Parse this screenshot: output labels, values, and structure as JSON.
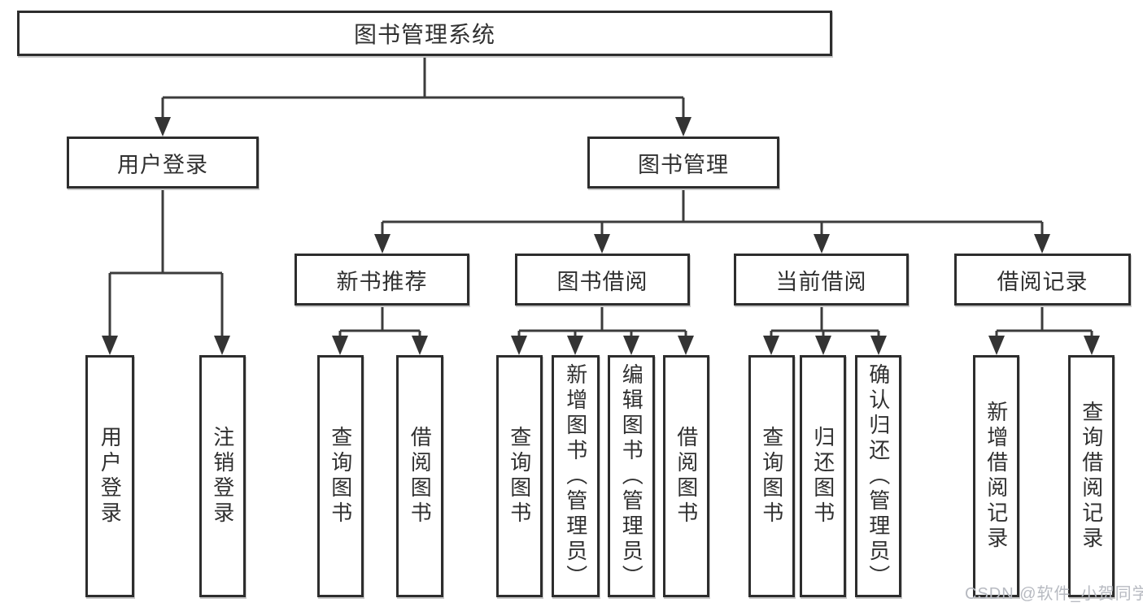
{
  "diagram": {
    "root": {
      "label": "图书管理系统"
    },
    "branches": [
      {
        "label": "用户登录",
        "children": [
          {
            "label": "用户登录"
          },
          {
            "label": "注销登录"
          }
        ]
      },
      {
        "label": "图书管理",
        "groups": [
          {
            "label": "新书推荐",
            "children": [
              {
                "label": "查询图书"
              },
              {
                "label": "借阅图书"
              }
            ]
          },
          {
            "label": "图书借阅",
            "children": [
              {
                "label": "查询图书"
              },
              {
                "label": "新增图书（管理员）"
              },
              {
                "label": "编辑图书（管理员）"
              },
              {
                "label": "借阅图书"
              }
            ]
          },
          {
            "label": "当前借阅",
            "children": [
              {
                "label": "查询图书"
              },
              {
                "label": "归还图书"
              },
              {
                "label": "确认归还（管理员）"
              }
            ]
          },
          {
            "label": "借阅记录",
            "children": [
              {
                "label": "新增借阅记录"
              },
              {
                "label": "查询借阅记录"
              }
            ]
          }
        ]
      }
    ],
    "colors": {
      "line": "#3c3c3c",
      "box_border": "#2d2d2d",
      "text": "#303030",
      "background": "#ffffff",
      "watermark": "#b7bac1"
    },
    "watermark": "CSDN @软件_小贺同学"
  }
}
